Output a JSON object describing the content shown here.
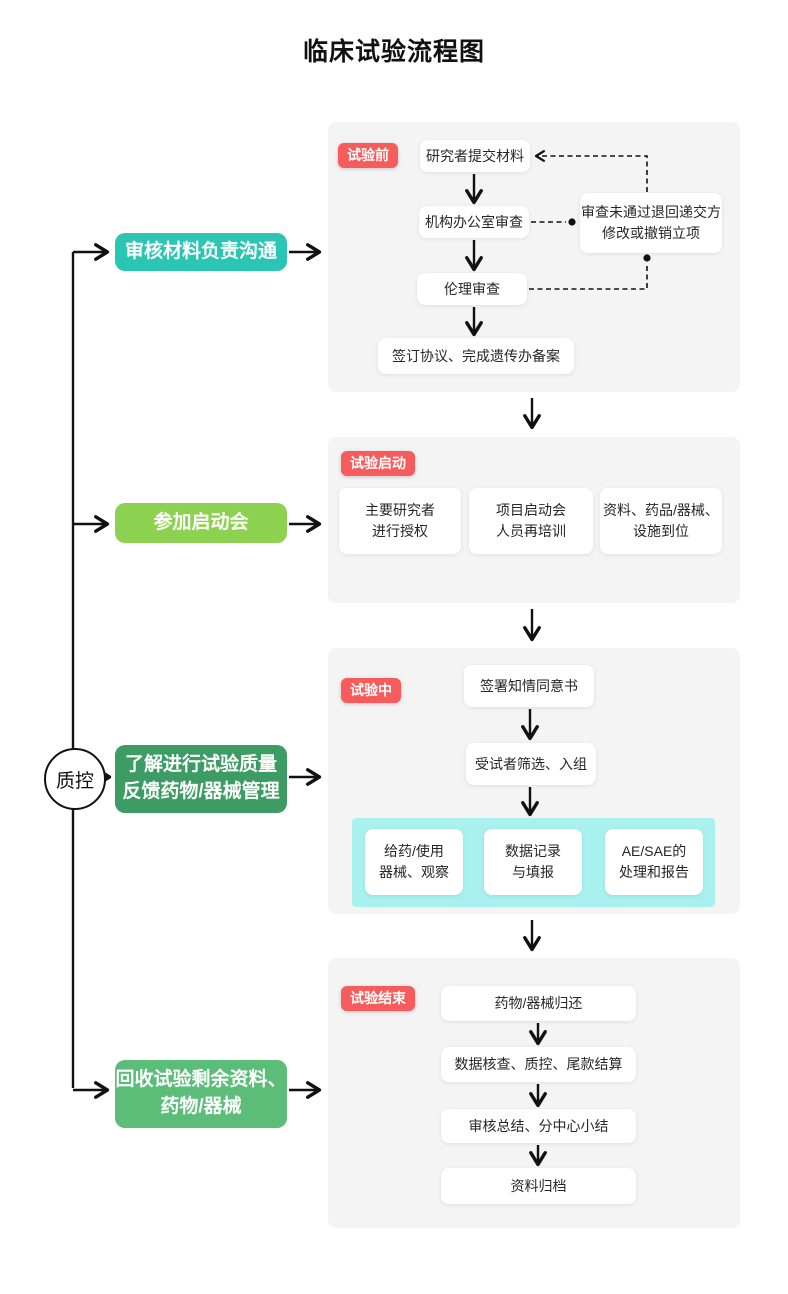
{
  "title": "临床试验流程图",
  "colors": {
    "badge_red": "#F75C5C",
    "step_teal": "#2BC5B4",
    "step_light_green": "#8CD250",
    "step_dark_green": "#3D9C64",
    "step_mid_green": "#5CBD79",
    "highlight_cyan": "#A9F1EF",
    "panel_gray": "#F4F4F4",
    "connector_black": "#111111",
    "node_white": "#FFFFFF"
  },
  "qc": {
    "label": "质控"
  },
  "left_steps": [
    {
      "lines": [
        "审核材料负责沟通"
      ],
      "color": "#2BC5B4"
    },
    {
      "lines": [
        "参加启动会"
      ],
      "color": "#8CD250"
    },
    {
      "lines": [
        "了解进行试验质量",
        "反馈药物/器械管理"
      ],
      "color": "#3D9C64"
    },
    {
      "lines": [
        "回收试验剩余资料、",
        "药物/器械"
      ],
      "color": "#5CBD79"
    }
  ],
  "panels": [
    {
      "badge": "试验前",
      "nodes": [
        {
          "lines": [
            "研究者提交材料"
          ]
        },
        {
          "lines": [
            "机构办公室审查"
          ]
        },
        {
          "lines": [
            "伦理审查"
          ]
        },
        {
          "lines": [
            "签订协议、完成遗传办备案"
          ]
        }
      ],
      "reject_note": {
        "lines": [
          "审查未通过退回递交方",
          "修改或撤销立项"
        ]
      }
    },
    {
      "badge": "试验启动",
      "nodes": [
        {
          "lines": [
            "主要研究者",
            "进行授权"
          ]
        },
        {
          "lines": [
            "项目启动会",
            "人员再培训"
          ]
        },
        {
          "lines": [
            "资料、药品/器械、",
            "设施到位"
          ]
        }
      ]
    },
    {
      "badge": "试验中",
      "nodes": [
        {
          "lines": [
            "签署知情同意书"
          ]
        },
        {
          "lines": [
            "受试者筛选、入组"
          ]
        }
      ],
      "highlight_nodes": [
        {
          "lines": [
            "给药/使用",
            "器械、观察"
          ]
        },
        {
          "lines": [
            "数据记录",
            "与填报"
          ]
        },
        {
          "lines": [
            "AE/SAE的",
            "处理和报告"
          ]
        }
      ]
    },
    {
      "badge": "试验结束",
      "nodes": [
        {
          "lines": [
            "药物/器械归还"
          ]
        },
        {
          "lines": [
            "数据核查、质控、尾款结算"
          ]
        },
        {
          "lines": [
            "审核总结、分中心小结"
          ]
        },
        {
          "lines": [
            "资料归档"
          ]
        }
      ]
    }
  ]
}
